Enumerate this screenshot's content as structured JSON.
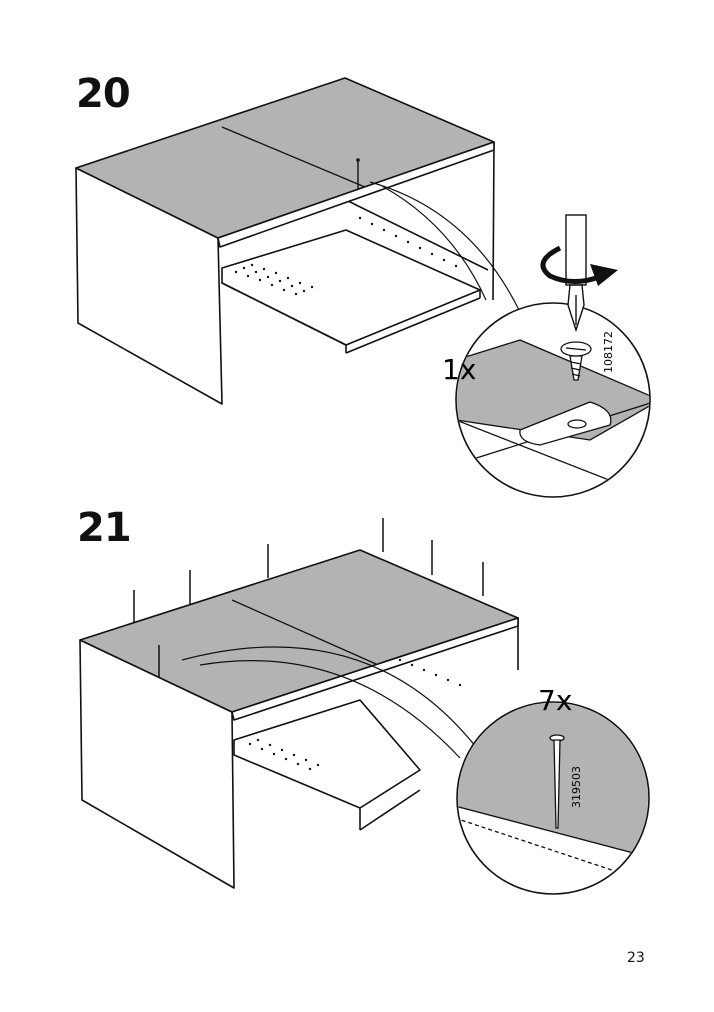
{
  "steps": [
    {
      "number": "20",
      "quantity": "1x",
      "part_number": "108172",
      "fastener": "screw-icon",
      "tool": "phillips-screwdriver-icon"
    },
    {
      "number": "21",
      "quantity": "7x",
      "part_number": "319503",
      "fastener": "nail-icon"
    }
  ],
  "page_number": "23",
  "colors": {
    "panel_fill": "#b3b3b3",
    "line": "#111111",
    "background": "#ffffff"
  }
}
